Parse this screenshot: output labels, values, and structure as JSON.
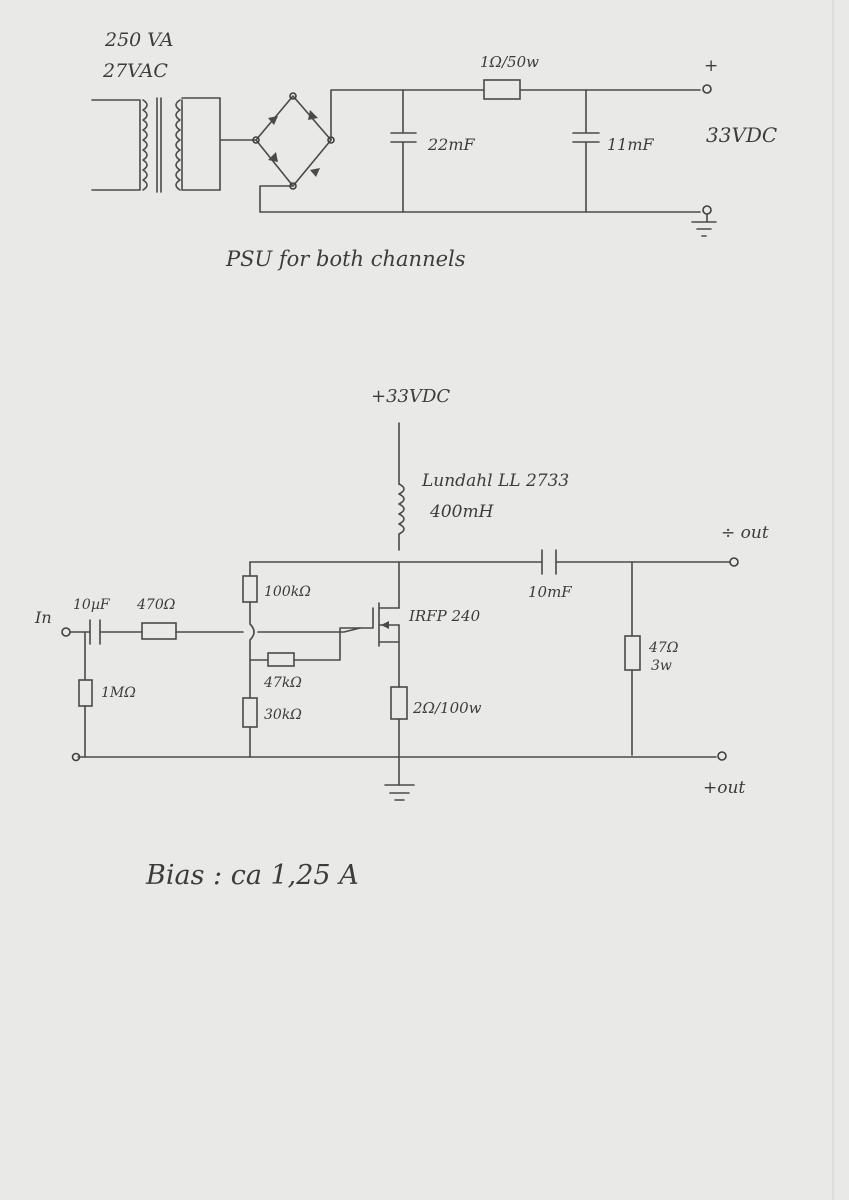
{
  "psu": {
    "transformer_rating": "250 VA",
    "transformer_voltage": "27VAC",
    "series_resistor": "1Ω/50w",
    "cap1": "22mF",
    "cap2": "11mF",
    "output_voltage": "33VDC",
    "plus_terminal": "+",
    "caption": "PSU for both channels"
  },
  "amp": {
    "supply": "+33VDC",
    "choke_name": "Lundahl LL 2733",
    "choke_value": "400mH",
    "out_neg": "÷ out",
    "out_pos": "+out",
    "in_label": "In",
    "c_in": "10µF",
    "r_in": "470Ω",
    "r_top": "100kΩ",
    "r_gate": "47kΩ",
    "r_bottom": "30kΩ",
    "r_ground": "1MΩ",
    "mosfet": "IRFP 240",
    "r_source": "2Ω/100w",
    "c_out": "10mF",
    "r_load_value": "47Ω",
    "r_load_power": "3w",
    "bias_note": "Bias : ca 1,25 A"
  }
}
